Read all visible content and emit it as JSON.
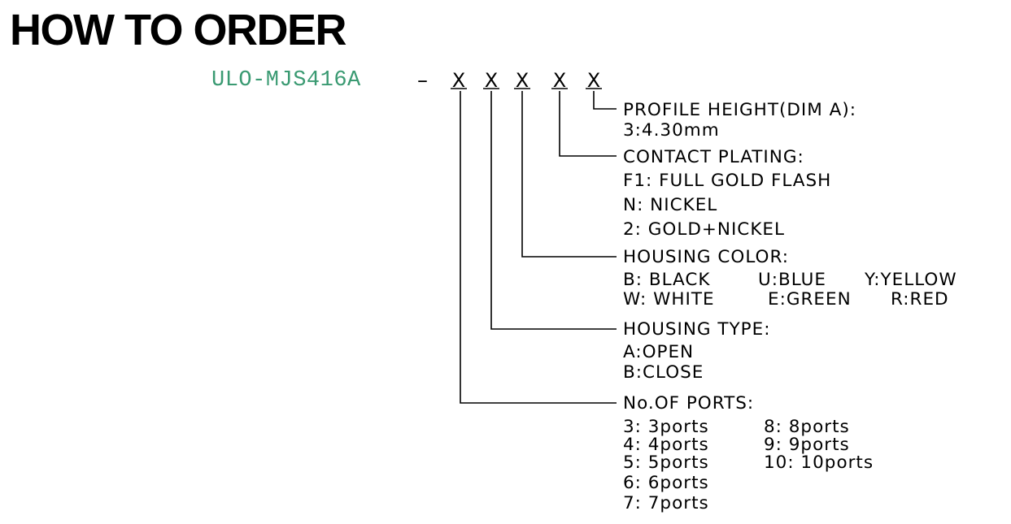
{
  "title": "HOW TO ORDER",
  "part_number": "ULO-MJS416A",
  "separator": "–",
  "placeholder": "X",
  "sections": {
    "profile": {
      "title": "PROFILE  HEIGHT(DIM  A):",
      "lines": [
        "3:4.30mm"
      ]
    },
    "plating": {
      "title": "CONTACT  PLATING:",
      "lines": [
        "F1:  FULL  GOLD  FLASH",
        "N:  NICKEL",
        "2:  GOLD+NICKEL"
      ]
    },
    "color": {
      "title": "HOUSING  COLOR:",
      "rows": [
        [
          "B:  BLACK",
          "U:BLUE",
          "Y:YELLOW"
        ],
        [
          "W:  WHITE",
          "E:GREEN",
          "R:RED"
        ]
      ]
    },
    "type": {
      "title": "HOUSING  TYPE:",
      "lines": [
        "A:OPEN",
        "B:CLOSE"
      ]
    },
    "ports": {
      "title": "No.OF  PORTS:",
      "col1": [
        "3:  3ports",
        "4:  4ports",
        "5:  5ports",
        "6:  6ports",
        "7:  7ports"
      ],
      "col2": [
        "8:  8ports",
        "9:  9ports",
        "10:  10ports"
      ]
    }
  }
}
